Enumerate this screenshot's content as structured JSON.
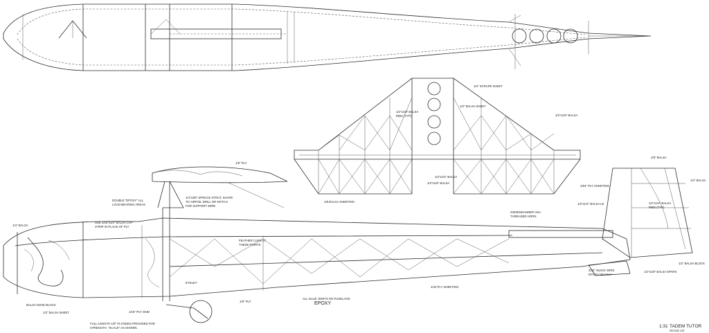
{
  "callouts": {
    "sheet_half_top": "1/2\" SCRAPE SHEET",
    "balsa_ribs": "1/2\"x1/8\" BALSA",
    "ribs_typ": "RIBS (TYP)",
    "balsa_sheet": "1/2\" BALSA SHEET",
    "balsa_spar_right": "1/2\"x1/8\" BALSA",
    "balsa_1_4": "1/2\"x1/4\" BALSA",
    "balsa_1_8": "1/2\"x1/8\" BALSA",
    "ply_top": "1/8\" PLY",
    "double_epoxy": "DOUBLE \"EPOXY\" ALL",
    "load_bearing": "LOAD-BEARING AREAS",
    "spruce_1": "1/4\"x3/8\" SPRUCE STRUT, SHAPE",
    "spruce_2": "TO AIRFOIL DRILL OR NOTCH",
    "spruce_3": "FOR SUPPORT WIRE",
    "balsa_sheeting": "1/8 BALSA SHEETING",
    "use_cap_1": "USE 1/16\"x1/4\" BALSA CAP-",
    "use_cap_2": "STRIP IN PLACE OF PLY",
    "balsa_nose": "1/4\" BALSA",
    "feather_1": "FEATHER CAPS AT",
    "feather_2": "THESE POINTS",
    "eyelet": "EYELET",
    "ply_eighth": "1/8\" PLY",
    "nose_block": "BALSA NOSE BLOCK",
    "balsa_sheet_bottom": "1/2\" BALSA SHEET",
    "ply_skid": "1/16\" PLY SKID",
    "plyside_1": "FULL-LENGTH 1/8\" PLYSIDES PROVIDED FOR",
    "plyside_2": "STRENGTH. \"SCALE\" AS SHOWN.",
    "glue_note": "ALL GLUE JOINTS ON FUSELAGE",
    "epoxy": "EPOXY",
    "sheeting_32": "1/32 PLY SHEETING",
    "horn_1": "GIEZENDANNER USA",
    "horn_2": "THREADED HORN",
    "music_wire_1": "3/32\" MUSIC WIRE",
    "music_wire_2": "EPOXY HEAVILY",
    "ply_sheeting": "1/64\" PLY SHEETING",
    "balsa_le": "1/2\"x1/4\" BALSA LE",
    "tail_balsa_1": "1/2\"x1/4\" BALSA",
    "tail_balsa_2": "RIBS (TYP)",
    "balsa_spars": "1/2\"x1/8\" BALSA SPARS",
    "balsa_block": "1/2\" BALSA BLOCK",
    "fin_1_8": "1/8\" BALSA",
    "fin_right": "1/4\" BALSA",
    "title_number": "1:31",
    "title_name": "TADEM TUTOR",
    "scale": "SCALE 1/4"
  }
}
